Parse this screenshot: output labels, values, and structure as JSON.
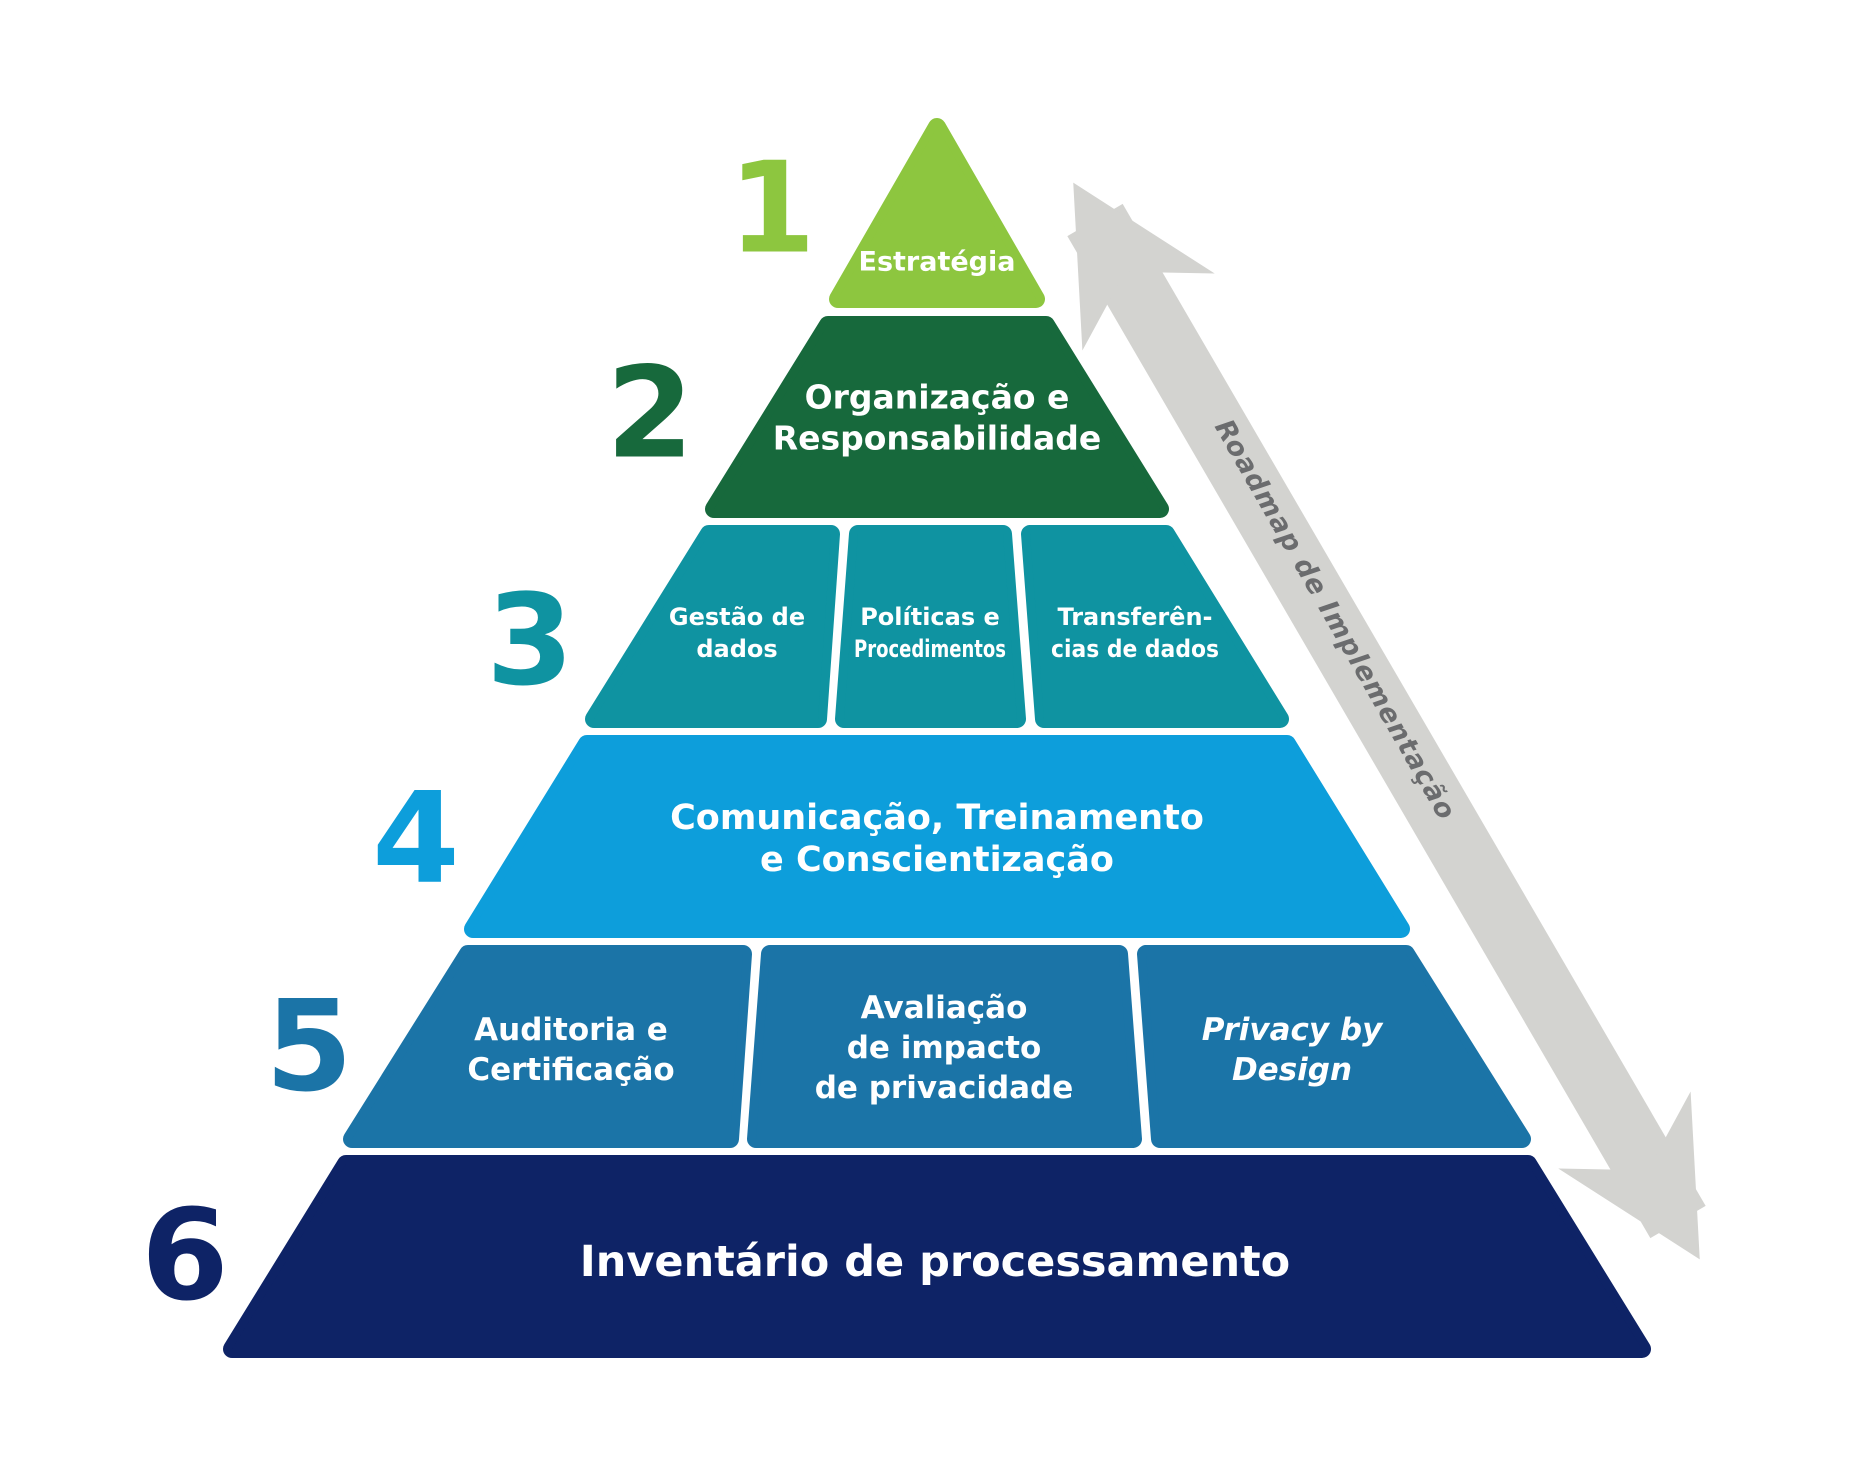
{
  "diagram": {
    "arrow": {
      "label": "Roadmap de Implementação",
      "shaft_color": "#d3d3d0",
      "label_color": "#6b6c6e"
    },
    "levels": [
      {
        "number": "1",
        "color": "#8dc63f",
        "segments": [
          {
            "lines": [
              "Estratégia"
            ]
          }
        ]
      },
      {
        "number": "2",
        "color": "#17693c",
        "segments": [
          {
            "lines": [
              "Organização e",
              "Responsabilidade"
            ]
          }
        ]
      },
      {
        "number": "3",
        "color": "#0f93a1",
        "segments": [
          {
            "lines": [
              "Gestão de",
              "dados"
            ]
          },
          {
            "lines": [
              "Políticas e",
              "Procedimentos"
            ]
          },
          {
            "lines": [
              "Transferên-",
              "cias de dados"
            ]
          }
        ]
      },
      {
        "number": "4",
        "color": "#0d9edb",
        "segments": [
          {
            "lines": [
              "Comunicação, Treinamento",
              "e Conscientização"
            ]
          }
        ]
      },
      {
        "number": "5",
        "color": "#1b74a7",
        "segments": [
          {
            "lines": [
              "Auditoria e",
              "Certificação"
            ]
          },
          {
            "lines": [
              "Avaliação",
              "de impacto",
              "de privacidade"
            ]
          },
          {
            "lines": [
              "Privacy by",
              "Design"
            ],
            "style": "italic"
          }
        ]
      },
      {
        "number": "6",
        "color": "#0e2366",
        "segments": [
          {
            "lines": [
              "Inventário de processamento"
            ]
          }
        ]
      }
    ]
  }
}
